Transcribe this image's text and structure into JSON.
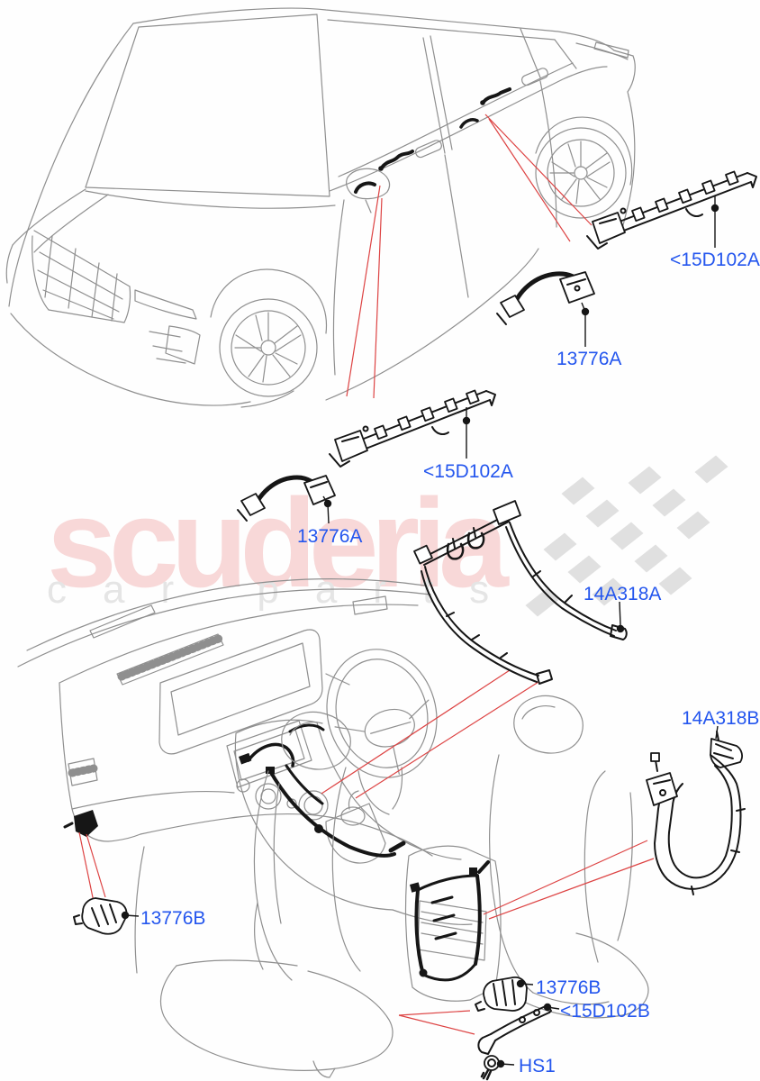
{
  "diagram": {
    "title_hint": "Interior lamps location diagram",
    "part_labels": [
      {
        "id": "harness-rail-upper",
        "text": "<15D102A"
      },
      {
        "id": "lamp-cable-upper",
        "text": "13776A"
      },
      {
        "id": "harness-rail-mid",
        "text": "<15D102A"
      },
      {
        "id": "lamp-cable-mid",
        "text": "13776A"
      },
      {
        "id": "console-harness-a",
        "text": "14A318A"
      },
      {
        "id": "console-frame-b",
        "text": "14A318B"
      },
      {
        "id": "footwell-lamp-b1",
        "text": "13776B"
      },
      {
        "id": "footwell-lamp-b2",
        "text": "13776B"
      },
      {
        "id": "lamp-bracket-b",
        "text": "<15D102B"
      },
      {
        "id": "screw-hs1",
        "text": "HS1"
      }
    ],
    "colors": {
      "label_blue": "#2456ee",
      "leader_red": "#dd4343",
      "watermark_pink": "#f8d8d8",
      "watermark_gray": "#e5e5e5",
      "line_art_gray": "#8f8f8f",
      "part_black": "#161616",
      "flag_gray": "#dadada"
    }
  },
  "watermark": {
    "brand": "scuderia",
    "tagline": "car parts"
  }
}
